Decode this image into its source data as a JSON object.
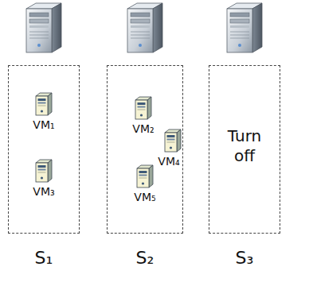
{
  "diagram": {
    "nodes": [
      {
        "text": [
          "S₁"
        ]
      },
      {
        "text": [
          "VM₁"
        ],
        "in": 0
      },
      {
        "text": [
          "VM₃"
        ],
        "in": 0
      },
      {
        "text": [
          "S₂"
        ]
      },
      {
        "text": [
          "VM₂"
        ],
        "in": 3
      },
      {
        "text": [
          "VM₄"
        ],
        "in": 3
      },
      {
        "text": [
          "VM₅"
        ],
        "in": 3
      },
      {
        "text": [
          "Turn off",
          "S₃"
        ]
      }
    ]
  }
}
